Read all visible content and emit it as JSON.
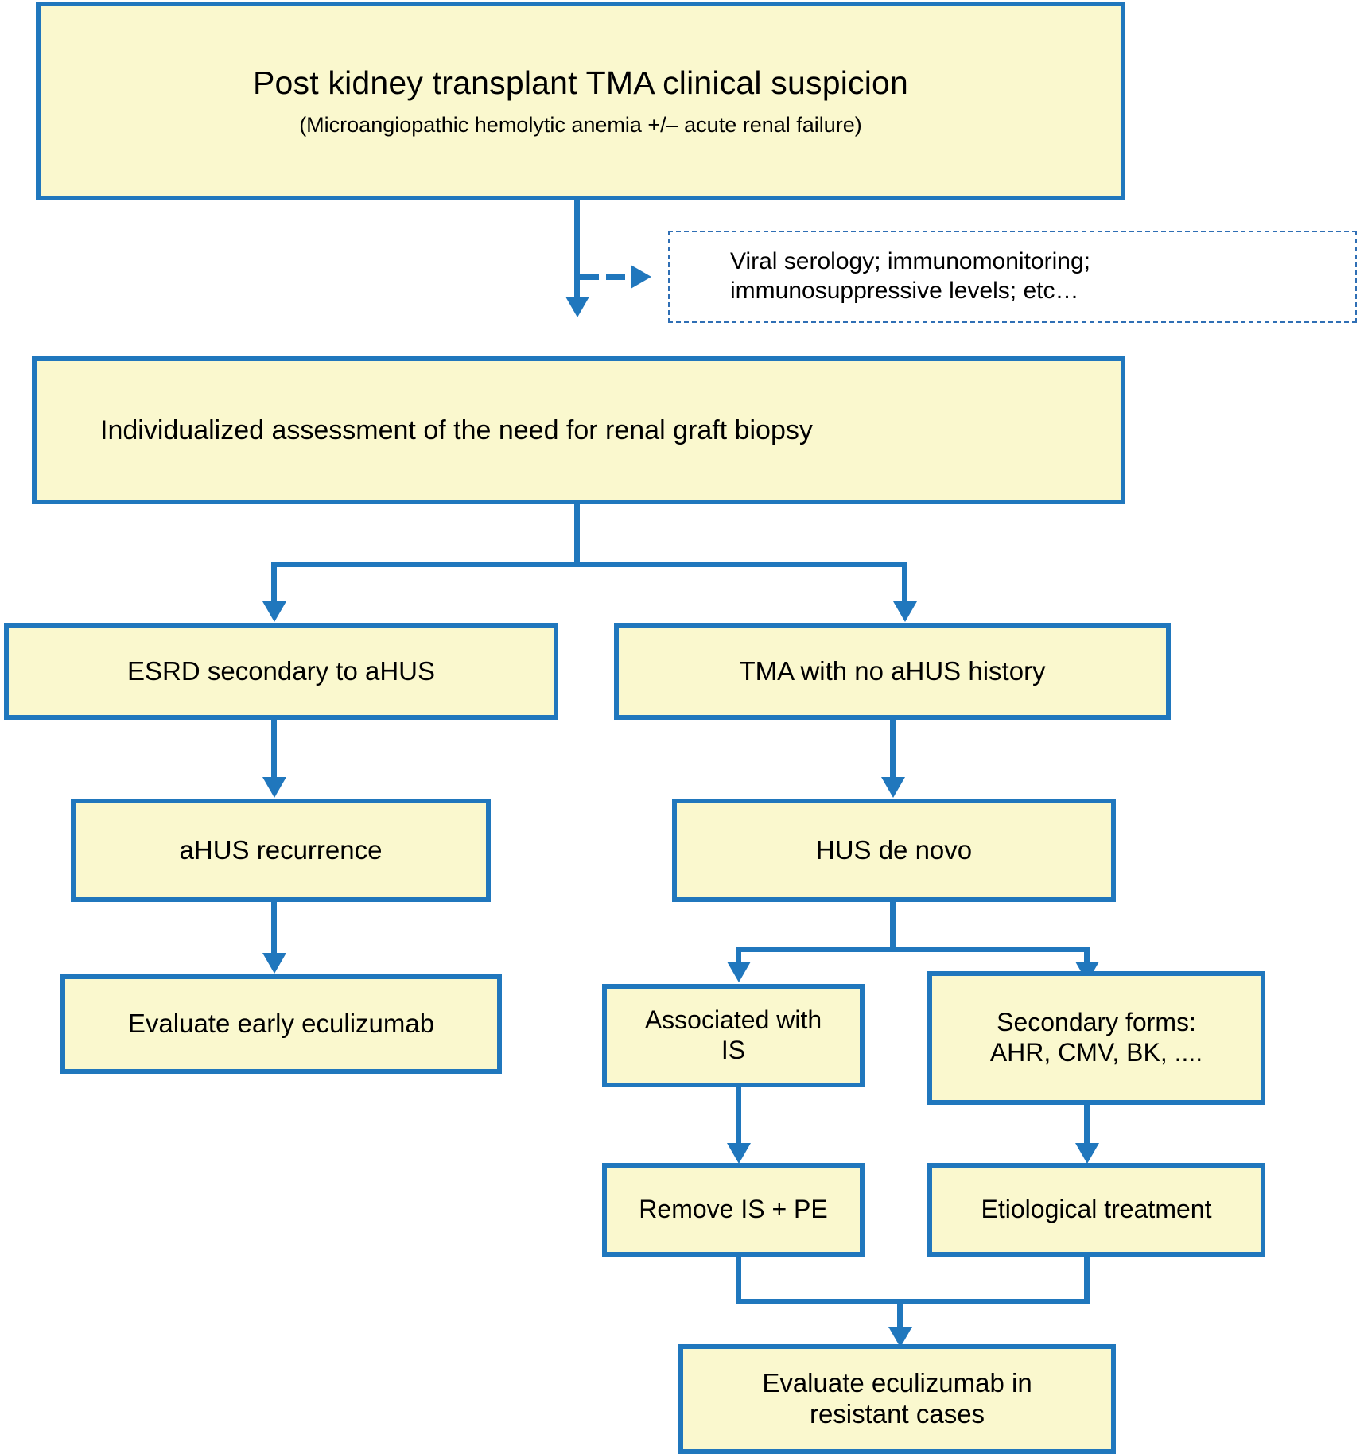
{
  "diagram": {
    "title_node": {
      "main": "Post kidney transplant TMA clinical suspicion",
      "sub": "(Microangiopathic hemolytic anemia +/– acute renal failure)"
    },
    "side_note": {
      "line1": "Viral serology; immunomonitoring;",
      "line2": "immunosuppressive levels; etc…"
    },
    "nodes": {
      "biopsy": "Individualized assessment of the need for renal graft biopsy",
      "esrd": "ESRD secondary to aHUS",
      "tma_no_history": "TMA with no aHUS history",
      "ahus_recurrence": "aHUS recurrence",
      "evaluate_early": "Evaluate early eculizumab",
      "hus_de_novo": "HUS de novo",
      "associated_is_line1": "Associated with",
      "associated_is_line2": "IS",
      "secondary_forms_line1": "Secondary forms:",
      "secondary_forms_line2": "AHR, CMV, BK, ....",
      "remove_is_pe": "Remove IS + PE",
      "etiological_treatment": "Etiological treatment",
      "evaluate_resistant_line1": "Evaluate eculizumab in",
      "evaluate_resistant_line2": "resistant cases"
    },
    "colors": {
      "node_fill": "#faf8ce",
      "node_border": "#2077bd",
      "connector": "#2077bd",
      "dashed_border": "#2f6fb5",
      "text": "#000000",
      "background": "#ffffff"
    }
  }
}
